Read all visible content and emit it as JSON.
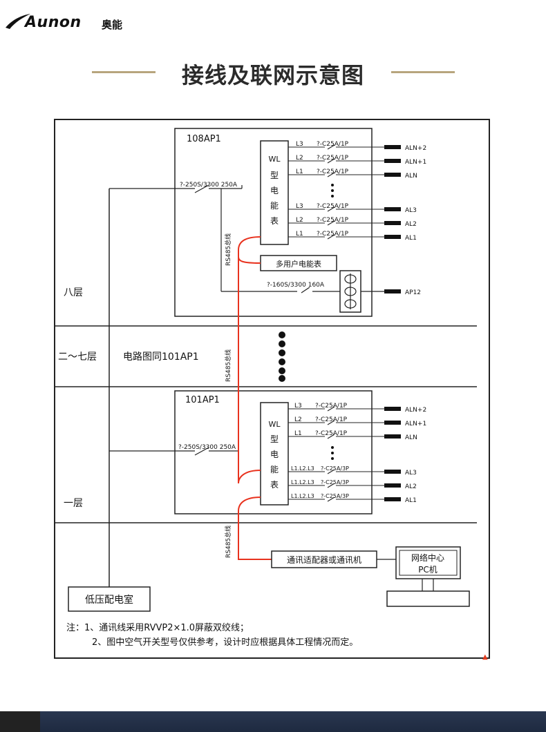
{
  "brand": {
    "name_en": "Aunon",
    "name_cn": "奥能"
  },
  "title": "接线及联网示意图",
  "floors": {
    "top": "八层",
    "middle": "二～七层",
    "bottom": "一层"
  },
  "middle_note": "电路图同101AP1",
  "top_panel": {
    "name": "108AP1",
    "main_breaker": "?-250S/3300 250A",
    "meter": [
      "WL",
      "型",
      "电",
      "能",
      "表"
    ],
    "circuits": [
      {
        "phase": "L3",
        "breaker": "?-C25A/1P",
        "out": "ALN+2"
      },
      {
        "phase": "L2",
        "breaker": "?-C25A/1P",
        "out": "ALN+1"
      },
      {
        "phase": "L1",
        "breaker": "?-C25A/1P",
        "out": "ALN"
      },
      {
        "phase": "L3",
        "breaker": "?-C25A/1P",
        "out": "AL3"
      },
      {
        "phase": "L2",
        "breaker": "?-C25A/1P",
        "out": "AL2"
      },
      {
        "phase": "L1",
        "breaker": "?-C25A/1P",
        "out": "AL1"
      }
    ],
    "multi_meter": "多用户电能表",
    "sub_breaker": "?-160S/3300 160A",
    "sub_out": "AP12"
  },
  "bottom_panel": {
    "name": "101AP1",
    "main_breaker": "?-250S/3300 250A",
    "meter": [
      "WL",
      "型",
      "电",
      "能",
      "表"
    ],
    "circuits": [
      {
        "phase": "L3",
        "breaker": "?-C25A/1P",
        "out": "ALN+2"
      },
      {
        "phase": "L2",
        "breaker": "?-C25A/1P",
        "out": "ALN+1"
      },
      {
        "phase": "L1",
        "breaker": "?-C25A/1P",
        "out": "ALN"
      },
      {
        "phase": "L1.L2.L3",
        "breaker": "?-C25A/3P",
        "out": "AL3"
      },
      {
        "phase": "L1.L2.L3",
        "breaker": "?-C25A/3P",
        "out": "AL2"
      },
      {
        "phase": "L1.L2.L3",
        "breaker": "?-C25A/3P",
        "out": "AL1"
      }
    ]
  },
  "bus_label": "RS485总线",
  "adapter": "通讯适配器或通讯机",
  "center": {
    "line1": "网络中心",
    "line2": "PC机"
  },
  "room": "低压配电室",
  "notes": [
    "注：1、通讯线采用RVVP2×1.0屏蔽双绞线；",
    "2、图中空气开关型号仅供参考，设计时应根据具体工程情况而定。"
  ],
  "colors": {
    "bus": "#e8321e",
    "accent": "#b7a57d",
    "footer": "#24314a"
  }
}
